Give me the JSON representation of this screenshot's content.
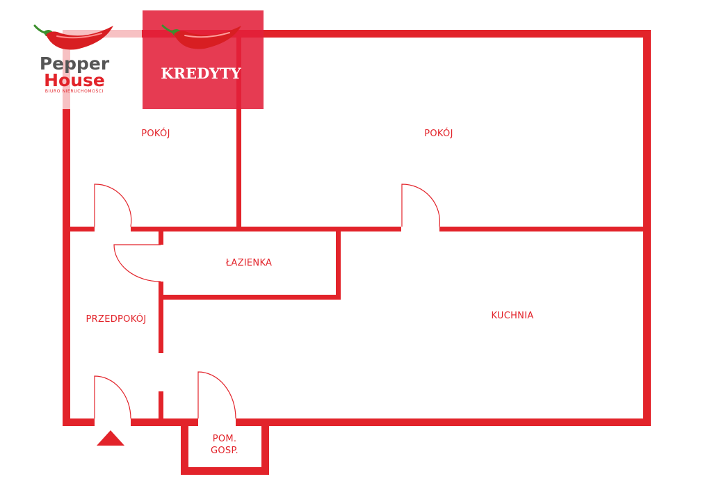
{
  "colors": {
    "wall": "#e2232a",
    "label": "#e2232a",
    "kredyty_bg": "#e2203a",
    "logo_gray": "#555555"
  },
  "logo": {
    "line1": "Pepper",
    "line2": "House",
    "tagline": "BIURO NIERUCHOMOŚCI",
    "icon": "chili-pepper-icon"
  },
  "kredyty": {
    "label": "KREDYTY",
    "icon": "chili-pepper-icon"
  },
  "rooms": {
    "pokoj_left": "POKÓJ",
    "pokoj_right": "POKÓJ",
    "lazienka": "ŁAZIENKA",
    "przedpokoj": "PRZEDPOKÓJ",
    "kuchnia": "KUCHNIA",
    "pom_gosp_line1": "POM.",
    "pom_gosp_line2": "GOSP."
  },
  "entrance_marker": "entrance-arrow-icon"
}
